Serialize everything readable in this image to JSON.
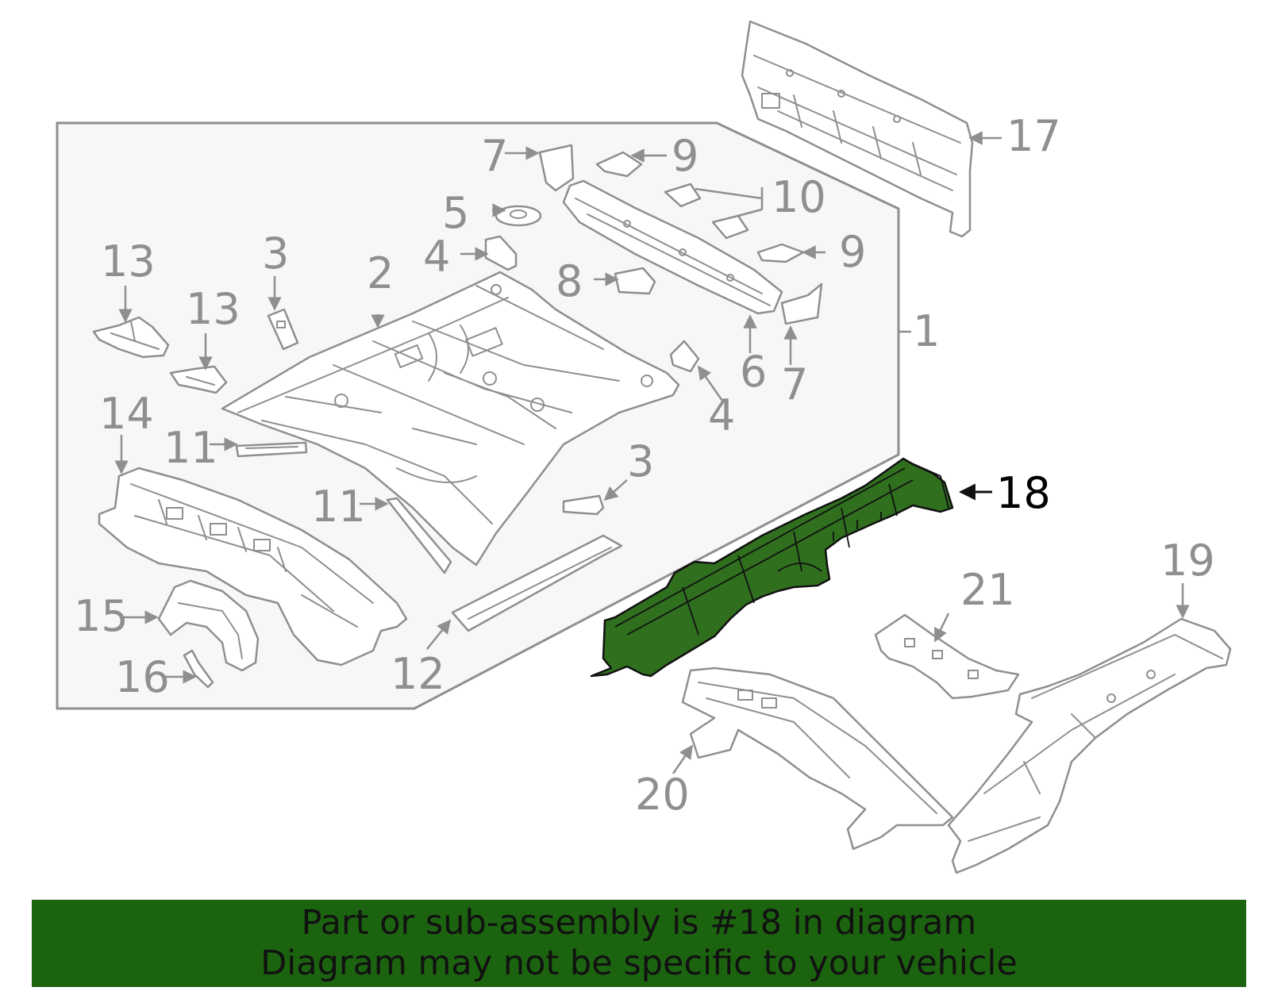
{
  "diagram": {
    "callouts": [
      "1",
      "2",
      "3",
      "3",
      "4",
      "4",
      "5",
      "6",
      "7",
      "7",
      "8",
      "9",
      "9",
      "10",
      "11",
      "11",
      "12",
      "13",
      "13",
      "14",
      "15",
      "16",
      "17",
      "18",
      "19",
      "20",
      "21"
    ],
    "highlighted_part": "18",
    "colors": {
      "highlight_fill": "#2f6f1e",
      "banner_bg": "#1c6310",
      "line_gray": "#8f8f8f",
      "assembly_box_bg": "#f7f7f7"
    }
  },
  "banner": {
    "line1": "Part or sub-assembly is #18 in diagram",
    "line2": "Diagram may not be specific to your vehicle"
  }
}
